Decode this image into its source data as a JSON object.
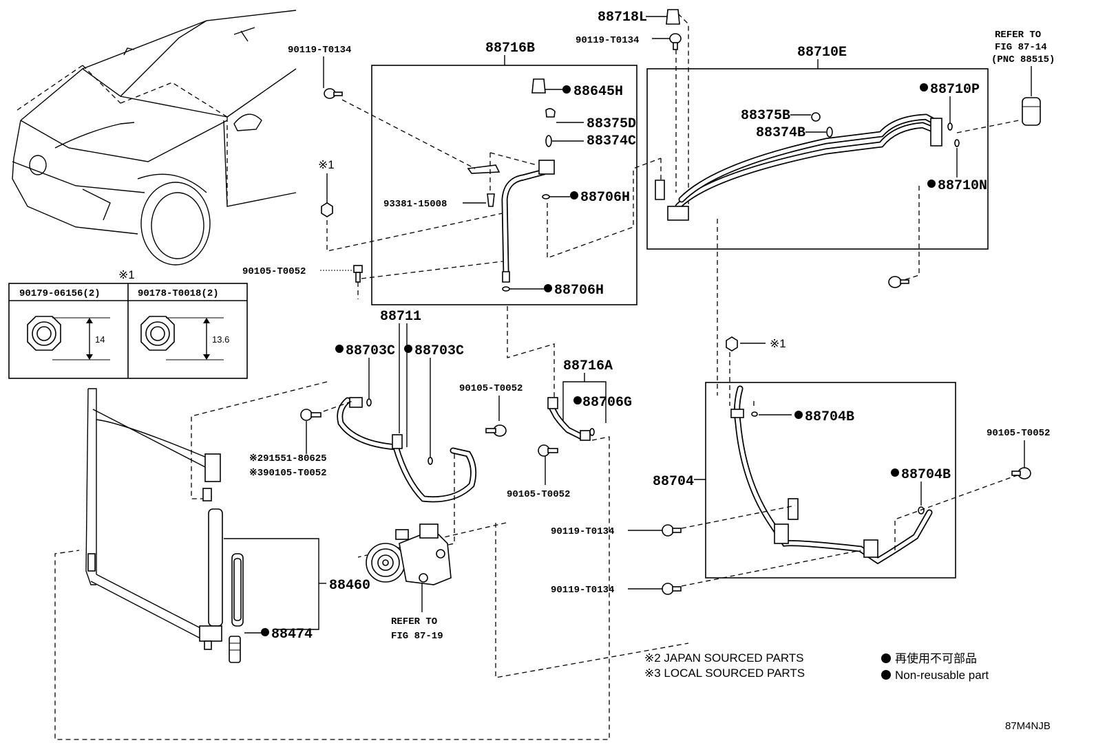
{
  "diagram": {
    "labels": {
      "p_88718L": "88718L",
      "p_90119_top": "90119-T0134",
      "p_90119_left": "90119-T0134",
      "p_88716B": "88716B",
      "p_88710E": "88710E",
      "p_refer_fig_87_14_line1": "REFER TO",
      "p_refer_fig_87_14_line2": "FIG 87-14",
      "p_refer_fig_87_14_line3": "(PNC 88515)",
      "p_88645H": "88645H",
      "p_88375D": "88375D",
      "p_88374C": "88374C",
      "p_88706H_a": "88706H",
      "p_88706H_b": "88706H",
      "p_93381": "93381-15008",
      "p_note1_top": "※1",
      "p_90105_left": "90105-T0052",
      "p_88375B": "88375B",
      "p_88374B": "88374B",
      "p_88710P": "88710P",
      "p_88710N": "88710N",
      "p_88711": "88711",
      "p_88703C_a": "88703C",
      "p_88703C_b": "88703C",
      "p_90105_mid": "90105-T0052",
      "p_88716A": "88716A",
      "p_88706G": "88706G",
      "p_291551": "※291551-80625",
      "p_390105": "※390105-T0052",
      "p_90105_bottom": "90105-T0052",
      "p_88704B_a": "88704B",
      "p_88704B_b": "88704B",
      "p_88704": "88704",
      "p_90105_right": "90105-T0052",
      "p_90119_mid1": "90119-T0134",
      "p_90119_mid2": "90119-T0134",
      "p_note1_right": "※1",
      "p_88460": "88460",
      "p_88474": "88474",
      "p_refer_fig_87_19_line1": "REFER TO",
      "p_refer_fig_87_19_line2": "FIG 87-19",
      "figure_code": "87M4NJB"
    },
    "detail_table": {
      "note": "※1",
      "col1_header": "90179-06156(2)",
      "col2_header": "90178-T0018(2)",
      "col1_dim": "14",
      "col2_dim": "13.6"
    },
    "legend": {
      "note2": "※2 JAPAN SOURCED PARTS",
      "note3": "※3 LOCAL SOURCED PARTS",
      "jp_nonreusable": "再使用不可部品",
      "en_nonreusable": "Non-reusable part"
    }
  }
}
